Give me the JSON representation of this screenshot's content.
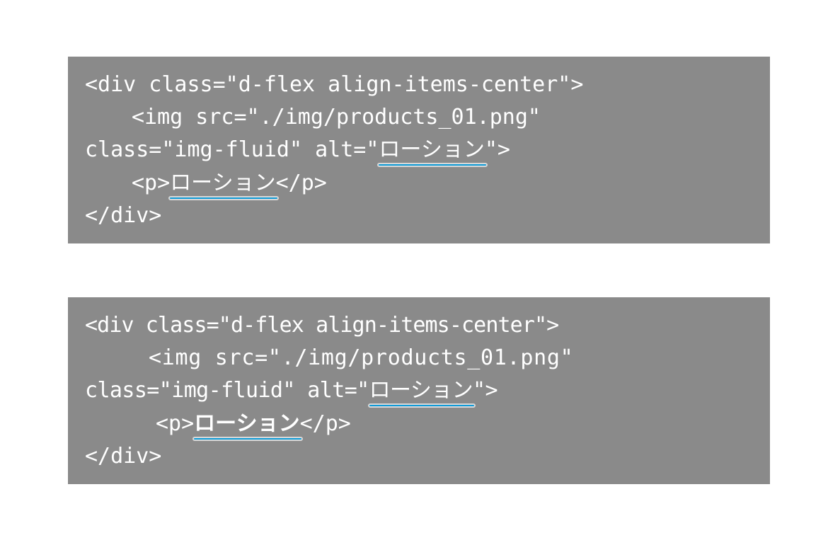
{
  "block_before": {
    "lines": [
      "<div class=\"d-flex align-items-center\">",
      "<img src=\"./img/products_01.png\"",
      "class=\"img-fluid\" alt=\"",
      "\">",
      "<p>",
      "</p>",
      "</div>"
    ],
    "alt_text": "ローション",
    "p_text": "ローション"
  },
  "block_after": {
    "lines": [
      "<div class=\"d-flex align-items-center\">",
      "<img src=\"./img/products_01.png\"",
      "class=\"img-fluid\" alt=\"",
      "\">",
      "<p>",
      "</p>",
      "</div>"
    ],
    "alt_text": "ローション",
    "p_text": "ローション"
  },
  "colors": {
    "block_background": "#8a8a8a",
    "text": "#ffffff",
    "underline": "#0f9bd7"
  }
}
